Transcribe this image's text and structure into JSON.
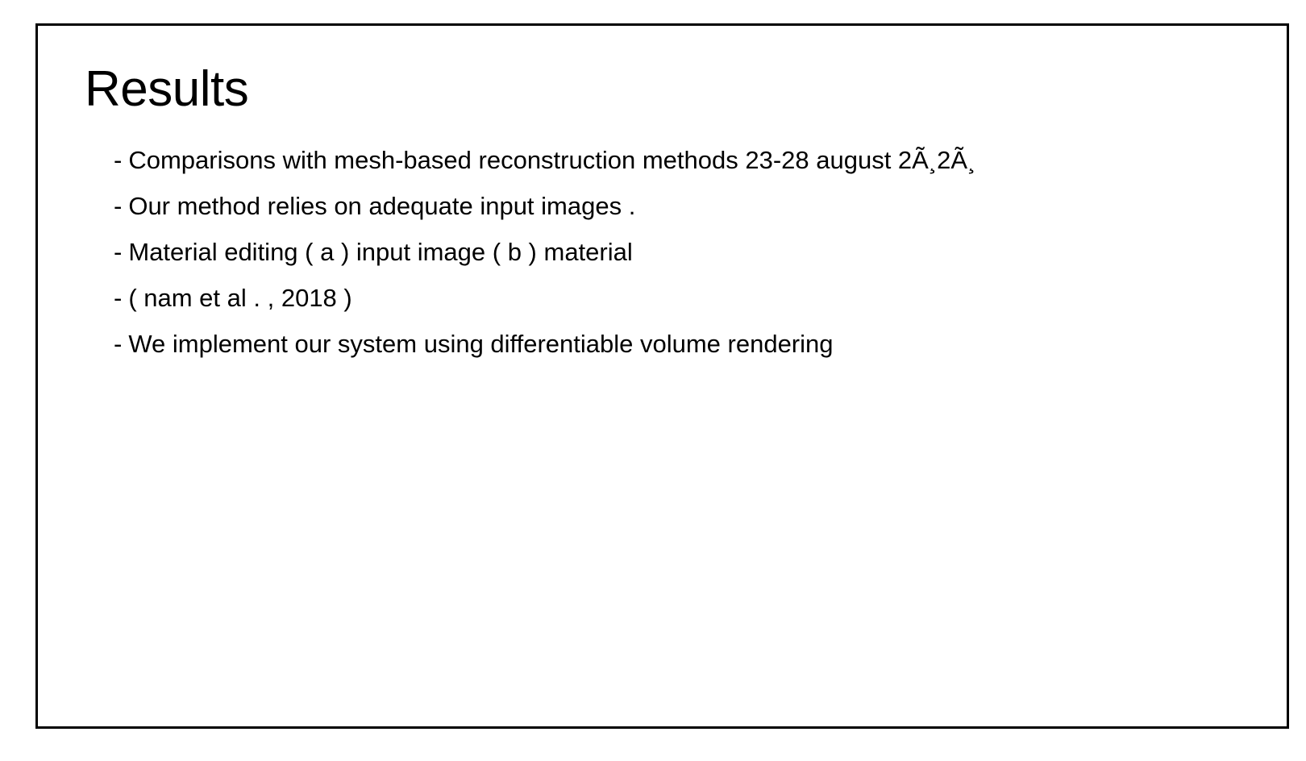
{
  "slide": {
    "title": "Results",
    "bullets": [
      {
        "marker": "-",
        "text": "Comparisons with mesh-based reconstruction methods 23-28 august 2Ã¸2Ã¸"
      },
      {
        "marker": "-",
        "text": "Our method relies on adequate input images ."
      },
      {
        "marker": "-",
        "text": "Material editing ( a ) input image ( b ) material"
      },
      {
        "marker": "-",
        "text": "( nam et al . , 2018 )"
      },
      {
        "marker": "-",
        "text": "We implement our system using differentiable volume rendering"
      }
    ]
  },
  "colors": {
    "background": "#ffffff",
    "border": "#000000",
    "text": "#000000"
  }
}
